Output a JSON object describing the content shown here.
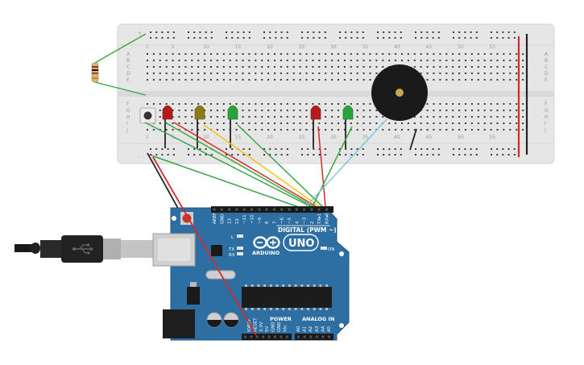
{
  "breadboard": {
    "column_numbers": [
      "1",
      "5",
      "10",
      "15",
      "20",
      "25",
      "30",
      "35",
      "40",
      "45",
      "50",
      "55"
    ],
    "row_letters_top": [
      "A",
      "B",
      "C",
      "D",
      "E"
    ],
    "row_letters_bottom": [
      "F",
      "G",
      "H",
      "I",
      "J"
    ],
    "rail_signs": [
      "-",
      "+"
    ]
  },
  "arduino": {
    "digital_label": "DIGITAL (PWM ~)",
    "brand": "ARDUINO",
    "model": "UNO",
    "power_label": "POWER",
    "analog_label": "ANALOG IN",
    "on_label": "ON",
    "tx_label": "TX",
    "rx_label": "RX",
    "l_label": "L",
    "digital_pins": [
      "AREF",
      "GND",
      "13",
      "12",
      "~11",
      "~10",
      "~9",
      "8",
      "7",
      "~6",
      "~5",
      "4",
      "~3",
      "2",
      "TX▸1",
      "RX◂0"
    ],
    "power_pins": [
      "IOREF",
      "RESET",
      "3.3V",
      "5V",
      "GND",
      "GND",
      "Vin"
    ],
    "analog_pins": [
      "A0",
      "A1",
      "A2",
      "A3",
      "A4",
      "A5"
    ]
  },
  "colors": {
    "breadboard": "#e6e6e6",
    "board": "#2d6fa3",
    "wire_green": "#3aa645",
    "wire_red": "#d62a2a",
    "wire_yellow": "#f1c40f",
    "wire_blue": "#7fc6e0",
    "wire_black": "#222222"
  },
  "icons": {
    "usb": "usb-icon",
    "logo": "arduino-infinity-icon"
  }
}
